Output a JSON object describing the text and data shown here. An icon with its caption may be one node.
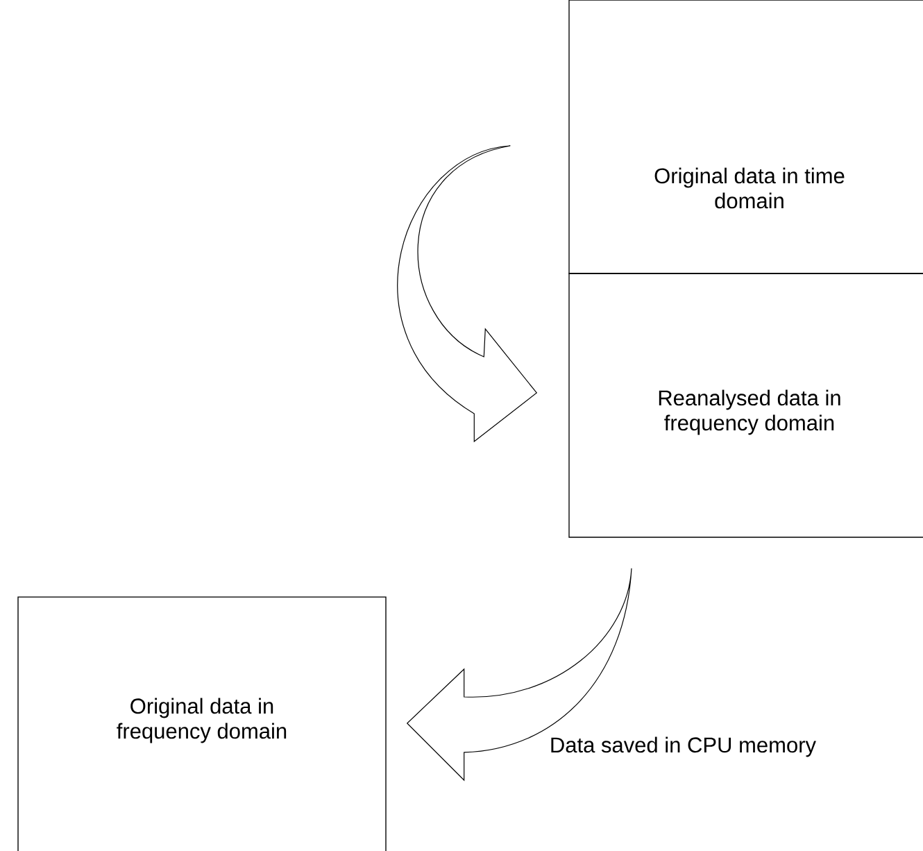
{
  "diagram": {
    "nodes": [
      {
        "text": [
          "Original data in time domain"
        ]
      },
      {
        "text": [
          "Reanalysed data in frequency domain"
        ]
      },
      {
        "text": [
          "Original data in frequency domain"
        ]
      }
    ],
    "edges": [
      {
        "from": 0,
        "to": 1,
        "arrow": "to"
      },
      {
        "from": 1,
        "to": 2,
        "arrow": "to",
        "label": "Data saved in CPU memory"
      }
    ]
  }
}
